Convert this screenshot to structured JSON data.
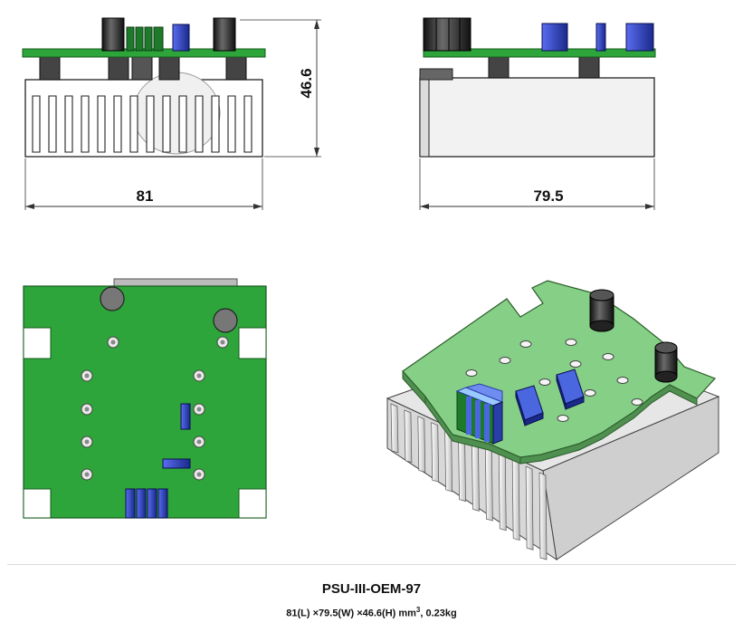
{
  "dimensions": {
    "front_width": "81",
    "height": "46.6",
    "side_width": "79.5"
  },
  "caption": {
    "model": "PSU-III-OEM-97",
    "spec_main": "81(L) ×79.5(W) ×46.6(H) mm",
    "spec_sup": "3",
    "spec_tail": ", 0.23kg"
  },
  "colors": {
    "pcb_green": "#2ea53a",
    "pcb_dark": "#1d7a2a",
    "iso_pcb": "#86cf86",
    "heatsink": "#eeeeee",
    "component_blue": "#2a3ea8",
    "capacitor_black": "#1a1a1a"
  }
}
